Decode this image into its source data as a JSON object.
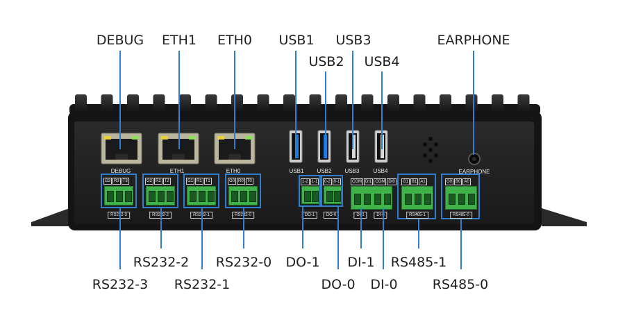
{
  "top_labels": {
    "debug": "DEBUG",
    "eth1": "ETH1",
    "eth0": "ETH0",
    "usb1": "USB1",
    "usb3": "USB3",
    "usb2": "USB2",
    "usb4": "USB4",
    "earphone": "EARPHONE"
  },
  "bottom_labels": {
    "rs232_2": "RS232-2",
    "rs232_0": "RS232-0",
    "do_1": "DO-1",
    "di_1": "DI-1",
    "rs485_1": "RS485-1",
    "rs232_3": "RS232-3",
    "rs232_1": "RS232-1",
    "do_0": "DO-0",
    "di_0": "DI-0",
    "rs485_0": "RS485-0"
  },
  "panel_text": {
    "debug": "DEBUG",
    "eth1": "ETH1",
    "eth0": "ETH0",
    "usb1": "USB1",
    "usb2": "USB2",
    "usb3": "USB3",
    "usb4": "USB4",
    "earphone": "EARPHONE",
    "pins_rs232_3": [
      "G3",
      "R3",
      "T3"
    ],
    "pins_rs232_2": [
      "G2",
      "R2",
      "T2"
    ],
    "pins_rs232_1": [
      "G1",
      "R1",
      "T1"
    ],
    "pins_rs232_0": [
      "G0",
      "R0",
      "T0"
    ],
    "pins_do1": [
      "1-2",
      "1-1"
    ],
    "pins_do0": [
      "0-2",
      "0-1"
    ],
    "pins_di1": [
      "COM",
      "DI1"
    ],
    "pins_di0": [
      "COM",
      "DI0"
    ],
    "pins_rs485_1": [
      "G1",
      "B1",
      "A1"
    ],
    "pins_rs485_0": [
      "G0",
      "B0",
      "A0"
    ],
    "foot_rs232_3": "RS232-3",
    "foot_rs232_2": "RS232-2",
    "foot_rs232_1": "RS232-1",
    "foot_rs232_0": "RS232-0",
    "foot_do1": "DO-1",
    "foot_do0": "DO-0",
    "foot_di1": "DI-1",
    "foot_di0": "DI-0",
    "foot_rs485_1": "RS485-1",
    "foot_rs485_0": "RS485-0"
  },
  "colors": {
    "accent": "#2f7fd0",
    "terminal": "#3fb24a",
    "usb3_port": "#1f7ae0"
  }
}
